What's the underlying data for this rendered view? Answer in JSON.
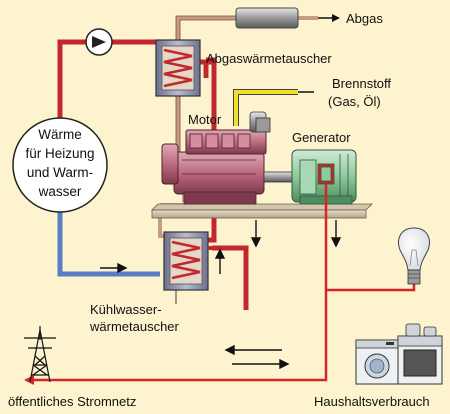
{
  "labels": {
    "abgas": "Abgas",
    "abgaswaermetauscher": "Abgaswärmetauscher",
    "brennstoff_line1": "Brennstoff",
    "brennstoff_line2": "(Gas, Öl)",
    "motor": "Motor",
    "generator": "Generator",
    "waerme_line1": "Wärme",
    "waerme_line2": "für Heizung",
    "waerme_line3": "und Warm-",
    "waerme_line4": "wasser",
    "kuehl_line1": "Kühlwasser-",
    "kuehl_line2": "wärmetauscher",
    "stromnetz": "öffentliches Stromnetz",
    "haushalt": "Haushaltsverbrauch"
  },
  "colors": {
    "background": "#fdf3cf",
    "hot_pipe": "#c0282c",
    "cold_pipe": "#5a7ec2",
    "exhaust_pipe": "#c99a82",
    "fuel_pipe": "#f2e02a",
    "electric_line": "#d42626",
    "motor_body": "#b8667a",
    "generator_body": "#8fca9e",
    "heat_exchanger": "#8d8fa8"
  }
}
